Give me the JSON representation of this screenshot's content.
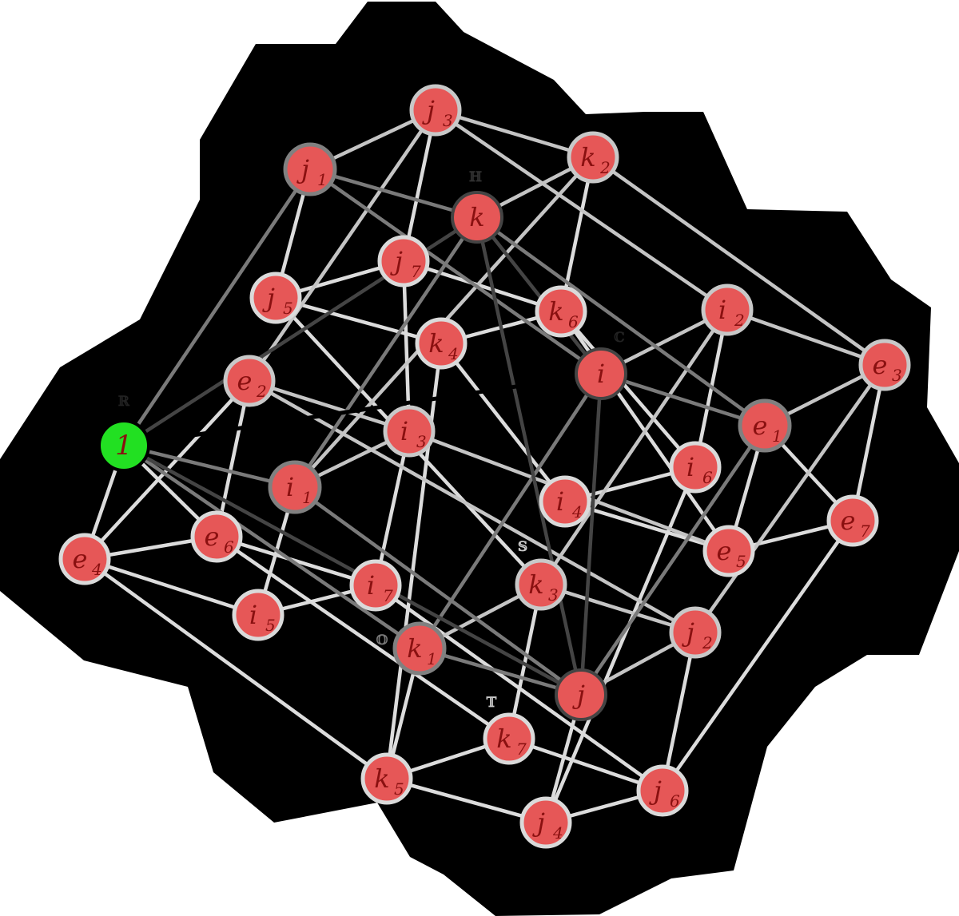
{
  "colors": {
    "background_region": "#f1f1f1",
    "node_fill": "#e65757",
    "identity_fill": "#22e022",
    "label_text": "#8a1010",
    "edge_level_1": "#000000",
    "edge_level_2": "#444444",
    "edge_level_3": "#7a7a7a",
    "edge_level_4": "#c4c4c4",
    "edge_level_5": "#dcdcdc"
  },
  "algebra_labels": [
    {
      "symbol": "ℝ",
      "node": "1",
      "color": "#222222"
    },
    {
      "symbol": "ℂ",
      "node": "i",
      "color": "#222222"
    },
    {
      "symbol": "ℍ",
      "node": "k",
      "color": "#333333"
    },
    {
      "symbol": "𝕆",
      "node": "k1",
      "color": "#777777"
    },
    {
      "symbol": "𝕊",
      "node": "k3",
      "color": "#c8c8c8"
    },
    {
      "symbol": "𝕋",
      "node": "k7",
      "color": "#c8c8c8"
    }
  ],
  "nodes": [
    {
      "id": "1",
      "base": "1",
      "sub": "",
      "level": 1
    },
    {
      "id": "i",
      "base": "i",
      "sub": "",
      "level": 2
    },
    {
      "id": "j",
      "base": "j",
      "sub": "",
      "level": 2
    },
    {
      "id": "k",
      "base": "k",
      "sub": "",
      "level": 2
    },
    {
      "id": "e1",
      "base": "e",
      "sub": "1",
      "level": 3
    },
    {
      "id": "i1",
      "base": "i",
      "sub": "1",
      "level": 3
    },
    {
      "id": "j1",
      "base": "j",
      "sub": "1",
      "level": 3
    },
    {
      "id": "k1",
      "base": "k",
      "sub": "1",
      "level": 3
    },
    {
      "id": "e2",
      "base": "e",
      "sub": "2",
      "level": 4
    },
    {
      "id": "i2",
      "base": "i",
      "sub": "2",
      "level": 4
    },
    {
      "id": "j2",
      "base": "j",
      "sub": "2",
      "level": 4
    },
    {
      "id": "k2",
      "base": "k",
      "sub": "2",
      "level": 4
    },
    {
      "id": "e3",
      "base": "e",
      "sub": "3",
      "level": 4
    },
    {
      "id": "i3",
      "base": "i",
      "sub": "3",
      "level": 4
    },
    {
      "id": "j3",
      "base": "j",
      "sub": "3",
      "level": 4
    },
    {
      "id": "k3",
      "base": "k",
      "sub": "3",
      "level": 4
    },
    {
      "id": "e4",
      "base": "e",
      "sub": "4",
      "level": 5
    },
    {
      "id": "i4",
      "base": "i",
      "sub": "4",
      "level": 5
    },
    {
      "id": "j4",
      "base": "j",
      "sub": "4",
      "level": 5
    },
    {
      "id": "k4",
      "base": "k",
      "sub": "4",
      "level": 5
    },
    {
      "id": "e5",
      "base": "e",
      "sub": "5",
      "level": 5
    },
    {
      "id": "i5",
      "base": "i",
      "sub": "5",
      "level": 5
    },
    {
      "id": "j5",
      "base": "j",
      "sub": "5",
      "level": 5
    },
    {
      "id": "k5",
      "base": "k",
      "sub": "5",
      "level": 5
    },
    {
      "id": "e6",
      "base": "e",
      "sub": "6",
      "level": 5
    },
    {
      "id": "i6",
      "base": "i",
      "sub": "6",
      "level": 5
    },
    {
      "id": "j6",
      "base": "j",
      "sub": "6",
      "level": 5
    },
    {
      "id": "k6",
      "base": "k",
      "sub": "6",
      "level": 5
    },
    {
      "id": "e7",
      "base": "e",
      "sub": "7",
      "level": 5
    },
    {
      "id": "i7",
      "base": "i",
      "sub": "7",
      "level": 5
    },
    {
      "id": "j7",
      "base": "j",
      "sub": "7",
      "level": 5
    },
    {
      "id": "k7",
      "base": "k",
      "sub": "7",
      "level": 5
    }
  ],
  "edges": [
    [
      "1",
      "i",
      1
    ],
    [
      "1",
      "k",
      2
    ],
    [
      "1",
      "j",
      2
    ],
    [
      "k",
      "i",
      2
    ],
    [
      "k",
      "j",
      2
    ],
    [
      "i",
      "j",
      2
    ],
    [
      "1",
      "j1",
      3
    ],
    [
      "1",
      "i1",
      3
    ],
    [
      "1",
      "k1",
      3
    ],
    [
      "k",
      "j1",
      3
    ],
    [
      "k",
      "i1",
      3
    ],
    [
      "k",
      "e1",
      3
    ],
    [
      "i",
      "j1",
      3
    ],
    [
      "i",
      "e1",
      3
    ],
    [
      "i",
      "k1",
      3
    ],
    [
      "j",
      "i1",
      3
    ],
    [
      "j",
      "k1",
      3
    ],
    [
      "j",
      "e1",
      3
    ],
    [
      "j3",
      "j1",
      4
    ],
    [
      "j3",
      "k2",
      4
    ],
    [
      "j3",
      "i2",
      4
    ],
    [
      "j3",
      "j7",
      5
    ],
    [
      "j3",
      "e2",
      4
    ],
    [
      "k2",
      "k",
      4
    ],
    [
      "k2",
      "e3",
      4
    ],
    [
      "k2",
      "k6",
      5
    ],
    [
      "k2",
      "i1",
      4
    ],
    [
      "j1",
      "j5",
      5
    ],
    [
      "j7",
      "j5",
      5
    ],
    [
      "j7",
      "k6",
      5
    ],
    [
      "j7",
      "i3",
      5
    ],
    [
      "j5",
      "k4",
      5
    ],
    [
      "j5",
      "k3",
      5
    ],
    [
      "k6",
      "k4",
      5
    ],
    [
      "k6",
      "i6",
      5
    ],
    [
      "k6",
      "e5",
      5
    ],
    [
      "i2",
      "i",
      4
    ],
    [
      "i2",
      "e3",
      4
    ],
    [
      "i2",
      "k3",
      4
    ],
    [
      "i2",
      "i6",
      5
    ],
    [
      "k4",
      "k5",
      5
    ],
    [
      "k4",
      "i4",
      5
    ],
    [
      "e3",
      "e1",
      4
    ],
    [
      "e3",
      "e7",
      5
    ],
    [
      "e3",
      "j2",
      4
    ],
    [
      "e2",
      "i3",
      4
    ],
    [
      "e2",
      "e6",
      5
    ],
    [
      "e2",
      "e4",
      5
    ],
    [
      "e2",
      "j2",
      4
    ],
    [
      "e1",
      "e7",
      5
    ],
    [
      "e1",
      "e5",
      5
    ],
    [
      "i3",
      "i1",
      4
    ],
    [
      "i3",
      "e5",
      4
    ],
    [
      "i3",
      "i7",
      5
    ],
    [
      "i6",
      "i4",
      5
    ],
    [
      "i6",
      "j4",
      5
    ],
    [
      "i4",
      "e5",
      5
    ],
    [
      "e7",
      "e5",
      5
    ],
    [
      "e7",
      "j6",
      5
    ],
    [
      "e6",
      "e4",
      5
    ],
    [
      "e6",
      "i7",
      5
    ],
    [
      "e6",
      "k7",
      5
    ],
    [
      "e4",
      "i5",
      5
    ],
    [
      "e4",
      "k5",
      5
    ],
    [
      "1",
      "e4",
      5
    ],
    [
      "1",
      "e6",
      5
    ],
    [
      "k3",
      "k1",
      4
    ],
    [
      "k3",
      "j2",
      4
    ],
    [
      "k3",
      "k7",
      5
    ],
    [
      "i7",
      "i5",
      5
    ],
    [
      "i7",
      "j6",
      5
    ],
    [
      "i1",
      "i5",
      5
    ],
    [
      "j2",
      "j",
      4
    ],
    [
      "j2",
      "j6",
      5
    ],
    [
      "k7",
      "k5",
      5
    ],
    [
      "k7",
      "j6",
      5
    ],
    [
      "k5",
      "j4",
      5
    ],
    [
      "k1",
      "k5",
      5
    ],
    [
      "j6",
      "j4",
      5
    ],
    [
      "j",
      "j4",
      5
    ]
  ]
}
